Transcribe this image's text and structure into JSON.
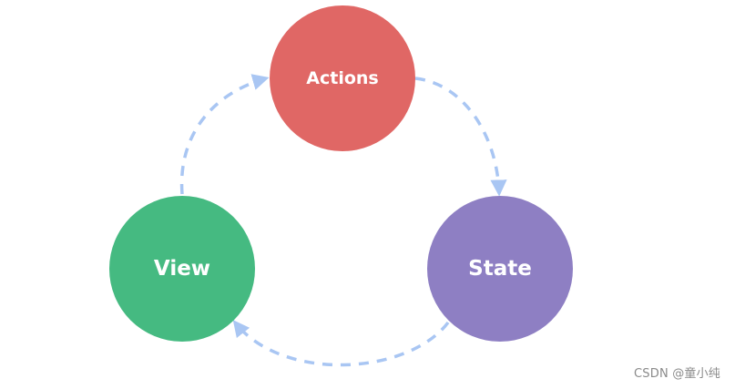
{
  "diagram": {
    "nodes": {
      "actions": {
        "label": "Actions",
        "color": "#e06765"
      },
      "state": {
        "label": "State",
        "color": "#8e7fc3"
      },
      "view": {
        "label": "View",
        "color": "#45ba81"
      }
    },
    "arrow_color": "#a9c6f3",
    "edges": [
      {
        "from": "view",
        "to": "actions"
      },
      {
        "from": "actions",
        "to": "state"
      },
      {
        "from": "state",
        "to": "view"
      }
    ]
  },
  "watermark": "CSDN @童小纯"
}
